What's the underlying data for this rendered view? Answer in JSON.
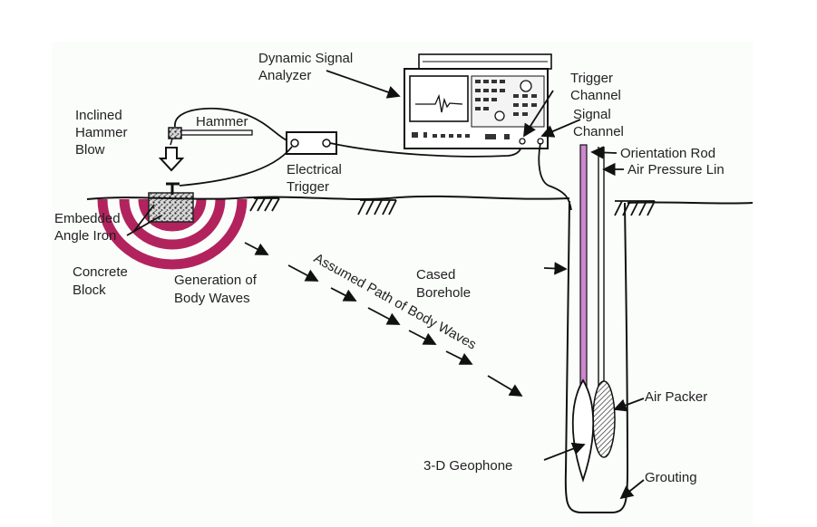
{
  "diagram": {
    "labels": {
      "dynamic_signal_analyzer": [
        "Dynamic Signal",
        "Analyzer"
      ],
      "trigger_channel": [
        "Trigger",
        "Channel"
      ],
      "signal_channel": [
        "Signal",
        "Channel"
      ],
      "inclined_hammer_blow": [
        "Inclined",
        "Hammer",
        "Blow"
      ],
      "hammer": "Hammer",
      "electrical_trigger": [
        "Electrical",
        "Trigger"
      ],
      "orientation_rod": "Orientation Rod",
      "air_pressure_line": "Air Pressure Lin",
      "embedded_angle_iron": [
        "Embedded",
        "Angle Iron"
      ],
      "concrete_block": [
        "Concrete",
        "Block"
      ],
      "generation_of_body_waves": [
        "Generation of",
        "Body Waves"
      ],
      "assumed_path": "Assumed Path of Body Waves",
      "cased_borehole": [
        "Cased",
        "Borehole"
      ],
      "air_packer": "Air Packer",
      "geophone": "3-D Geophone",
      "grouting": "Grouting"
    },
    "colors": {
      "wave_rings": "#b2235e",
      "orientation_rod": "#cc88cc",
      "line": "#111111",
      "background": "#fbfdfb"
    },
    "icons": [
      "hammer-icon",
      "analyzer-icon",
      "ground-hatch-icon",
      "geophone-icon"
    ]
  }
}
